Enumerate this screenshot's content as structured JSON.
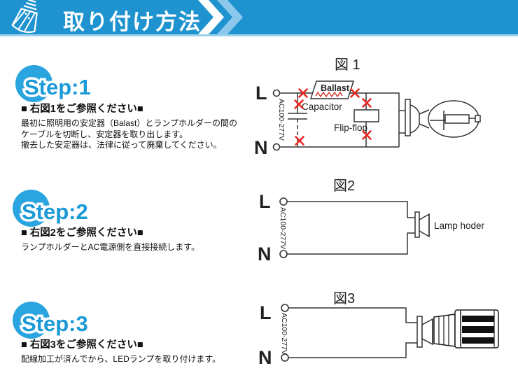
{
  "header": {
    "title": "取り付け方法",
    "icon": "led-corn-lamp-icon"
  },
  "steps": [
    {
      "badge": "Step:1",
      "heading": "■ 右図1をご参照ください■",
      "lines": [
        "最初に照明用の安定器（Balast）とランプホルダーの間の",
        "ケーブルを切断し、安定器を取り出します。",
        "撤去した安定器は、法律に従って廃棄してください。"
      ]
    },
    {
      "badge": "Step:2",
      "heading": "■ 右図2をご参照ください■",
      "lines": [
        "ランプホルダーとAC電源側を直接接続します。"
      ]
    },
    {
      "badge": "Step:3",
      "heading": "■ 右図3をご参照ください■",
      "lines": [
        "配線加工が済んでから、LEDランプを取り付けます。"
      ]
    }
  ],
  "figures": [
    {
      "label": "図 1",
      "terminal_live": "L",
      "terminal_neutral": "N",
      "voltage": "AC100-277V",
      "ballast": "Ballast",
      "capacitor": "Capacitor",
      "flipflop": "Flip-flop"
    },
    {
      "label": "図2",
      "terminal_live": "L",
      "terminal_neutral": "N",
      "voltage": "AC100-277V",
      "lamp_holder": "Lamp hoder"
    },
    {
      "label": "図3",
      "terminal_live": "L",
      "terminal_neutral": "N",
      "voltage": "AC100-277V"
    }
  ],
  "colors": {
    "header_blue": "#1e93d0",
    "chevron_light_blue": "#8cc8eb",
    "badge_circle_blue": "#2ba5df",
    "badge_text_blue": "#1b9ad8",
    "wire": "#333333",
    "cut_mark_red": "#e8251f"
  }
}
